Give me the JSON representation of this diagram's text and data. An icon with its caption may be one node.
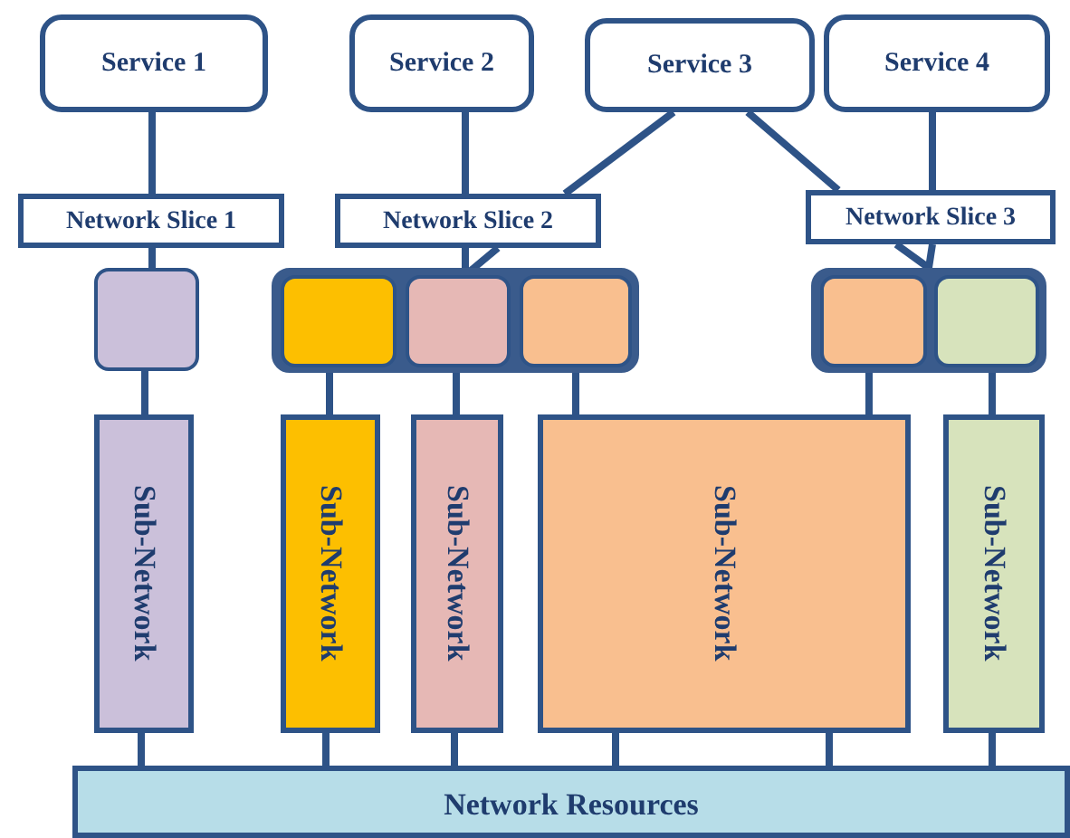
{
  "diagram": {
    "nodes": [
      {
        "text": [
          "Service 1"
        ]
      },
      {
        "text": [
          "Service 2"
        ]
      },
      {
        "text": [
          "Service 3"
        ]
      },
      {
        "text": [
          "Service 4"
        ]
      },
      {
        "text": [
          "Network Slice 1"
        ]
      },
      {
        "text": [
          "Network Slice 2"
        ]
      },
      {
        "text": [
          "Network Slice 3"
        ]
      },
      {
        "text": [],
        "shape": "box"
      },
      {
        "text": [],
        "shape": "box"
      },
      {
        "text": [],
        "shape": "box",
        "in": 8
      },
      {
        "text": [],
        "shape": "box",
        "in": 8
      },
      {
        "text": [],
        "shape": "box",
        "in": 8
      },
      {
        "text": [],
        "shape": "box"
      },
      {
        "text": [],
        "shape": "box",
        "in": 12
      },
      {
        "text": [],
        "shape": "box",
        "in": 12
      },
      {
        "text": [
          "Sub-Network"
        ]
      },
      {
        "text": [
          "Sub-Network"
        ]
      },
      {
        "text": [
          "Sub-Network"
        ]
      },
      {
        "text": [
          "Sub-Network"
        ]
      },
      {
        "text": [
          "Sub-Network"
        ]
      },
      {
        "text": [
          "Network Resources"
        ]
      }
    ],
    "edges": [
      {
        "from": 0,
        "to": 4,
        "arrow": "none"
      },
      {
        "from": 4,
        "to": 7,
        "arrow": "none"
      },
      {
        "from": 1,
        "to": 5,
        "arrow": "none"
      },
      {
        "from": 2,
        "to": 5,
        "arrow": "none"
      },
      {
        "from": 2,
        "to": 6,
        "arrow": "none"
      },
      {
        "from": 3,
        "to": 6,
        "arrow": "none"
      },
      {
        "from": 5,
        "to": 10,
        "arrow": "none"
      },
      {
        "from": 5,
        "to": 10,
        "arrow": "none"
      },
      {
        "from": 6,
        "to": 12,
        "arrow": "none"
      },
      {
        "from": 6,
        "to": 12,
        "arrow": "none"
      },
      {
        "from": 7,
        "to": 15,
        "arrow": "none"
      },
      {
        "from": 9,
        "to": 16,
        "arrow": "none"
      },
      {
        "from": 10,
        "to": 17,
        "arrow": "none"
      },
      {
        "from": 11,
        "to": 18,
        "arrow": "none"
      },
      {
        "from": 13,
        "to": 18,
        "arrow": "none"
      },
      {
        "from": 14,
        "to": 19,
        "arrow": "none"
      },
      {
        "from": 15,
        "to": 20,
        "arrow": "none"
      },
      {
        "from": 16,
        "to": 20,
        "arrow": "none"
      },
      {
        "from": 17,
        "to": 20,
        "arrow": "none"
      },
      {
        "from": 18,
        "to": 20,
        "arrow": "none"
      },
      {
        "from": 18,
        "to": 20,
        "arrow": "none"
      },
      {
        "from": 19,
        "to": 20,
        "arrow": "none"
      }
    ]
  }
}
